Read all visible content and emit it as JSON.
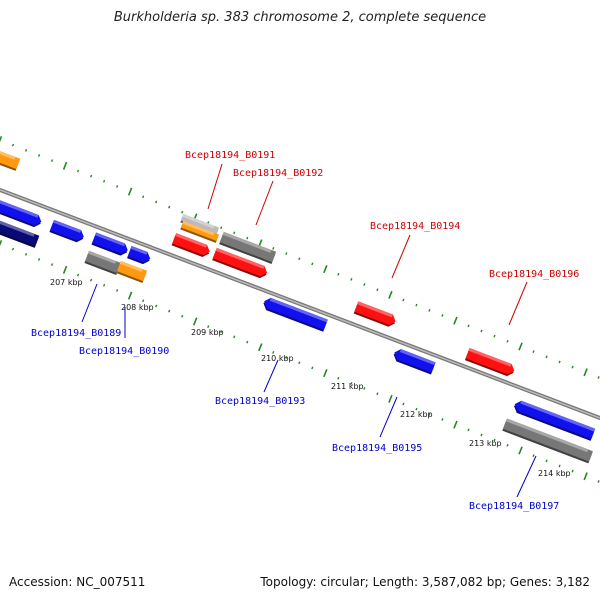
{
  "title": "Burkholderia sp. 383 chromosome 2, complete sequence",
  "footer": {
    "accession": "Accession: NC_007511",
    "summary": "Topology: circular; Length: 3,587,082 bp; Genes: 3,182"
  },
  "colors": {
    "forward_label": "#cc0000",
    "reverse_label": "#0000cc",
    "red": "#ff1111",
    "blue": "#1111ee",
    "navy": "#0a0a77",
    "gray": "#777777",
    "orange": "#ff9911",
    "tick": "#228822",
    "backbone": "#888888"
  },
  "ticks": [
    "207 kbp",
    "208 kbp",
    "209 kbp",
    "210 kbp",
    "211 kbp",
    "212 kbp",
    "213 kbp",
    "214 kbp"
  ],
  "labels": {
    "forward": [
      "Bcep18194_B0191",
      "Bcep18194_B0192",
      "Bcep18194_B0194",
      "Bcep18194_B0196"
    ],
    "reverse": [
      "Bcep18194_B0189",
      "Bcep18194_B0190",
      "Bcep18194_B0193",
      "Bcep18194_B0195",
      "Bcep18194_B0197"
    ]
  }
}
